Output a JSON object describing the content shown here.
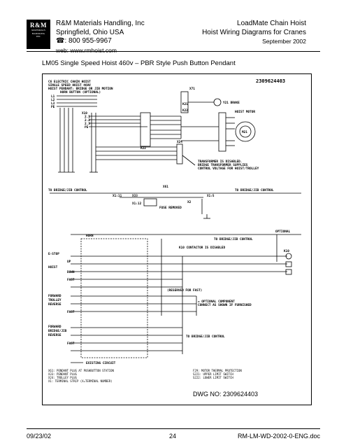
{
  "header": {
    "logo": {
      "big": "R&M",
      "line1": "MATERIALS",
      "line2": "HANDLING",
      "line3": "INC"
    },
    "company": "R&M Materials Handling, Inc",
    "city": "Springfield, Ohio USA",
    "phone": "800 955-9967",
    "web": "web: www.rmhoist.com",
    "product": "LoadMate Chain Hoist",
    "doc_title": "Hoist Wiring Diagrams for Cranes",
    "date": "September 2002"
  },
  "page_title": "LM05 Single Speed Hoist 460v – PBR Style Push Button Pendant",
  "diagram": {
    "part_no": "2309624403",
    "title_lines": [
      "C6 ELECTRIC CHAIN HOIST",
      "SINGLE SPEED HOIST 460V",
      "HOIST PENDANT: BRIDGE OR JIB MOTION",
      "HORN BUTTON (OPTIONAL)"
    ],
    "line_labels": [
      "L1",
      "L2",
      "L3",
      "PE"
    ],
    "x10_label": "X10",
    "x10_terms": [
      "2.1",
      "2.2",
      "2.3",
      "PE"
    ],
    "k22_label": "K22",
    "k21_label": "K21",
    "k22_lower": "K22",
    "x71_label": "X71",
    "y21_label": "Y21 BRAKE",
    "motor_label": "HOIST MOTOR",
    "m21_label": "M21",
    "x24_label": "X24",
    "transformer_note": [
      "TRANSFORMER IS DISABLED.",
      "BRIDGE TRANSFORMER SUPPLIES",
      "CONTROL VOLTAGE FOR HOIST/TROLLEY"
    ],
    "to_bridge_left": "TO BRIDGE/JIB CONTROL",
    "to_bridge_right": "TO BRIDGE/JIB CONTROL",
    "x1_11": "X1:11",
    "x33": "X33",
    "x1_5": "X1:5",
    "x61": "X61",
    "x1_12": "X1:12",
    "x2": "X2",
    "fuse_label": "FUSE REMOVED",
    "optional": "OPTIONAL",
    "horn": "HORN",
    "to_bridge_mid": "TO BRIDGE/JIB CONTROL",
    "k10_disabled": "K10 CONTACTOR IS DISABLED",
    "k10_label": "K10",
    "estop": "E-STOP",
    "hoist_labels": [
      "UP",
      "HOIST",
      "DOWN",
      "FAST"
    ],
    "reserved": "(RESERVED FOR FAST)",
    "trolley_labels": [
      "FORWARD",
      "TROLLEY",
      "REVERSE",
      "FAST"
    ],
    "optional_component": [
      "= OPTIONAL COMPONENT",
      "CONNECT AS SHOWN IF FURNISHED"
    ],
    "bridge_labels": [
      "FORWARD",
      "BRIDGE/JIB",
      "REVERSE",
      "FAST"
    ],
    "to_bridge_low": "TO BRIDGE/JIB CONTROL",
    "existing": "EXISTING CIRCUIT",
    "legend_left": [
      "X61: PENDANT PLUG AT PUSHBUTTON STATION",
      "X33: PENDANT PLUG",
      "X24: TROLLEY PLUG",
      "X1: TERMINAL STRIP (X=TERMINAL NUMBER)"
    ],
    "legend_right": [
      "F29: MOTOR THERMAL PROTECTION",
      "S221: UPPER LIMIT SWITCH",
      "S222: LOWER LIMIT SWITCH"
    ],
    "dwg_no": "DWG NO: 2309624403"
  },
  "footer": {
    "date": "09/23/02",
    "page": "24",
    "doc_id": "RM-LM-WD-2002-0-ENG.doc"
  }
}
